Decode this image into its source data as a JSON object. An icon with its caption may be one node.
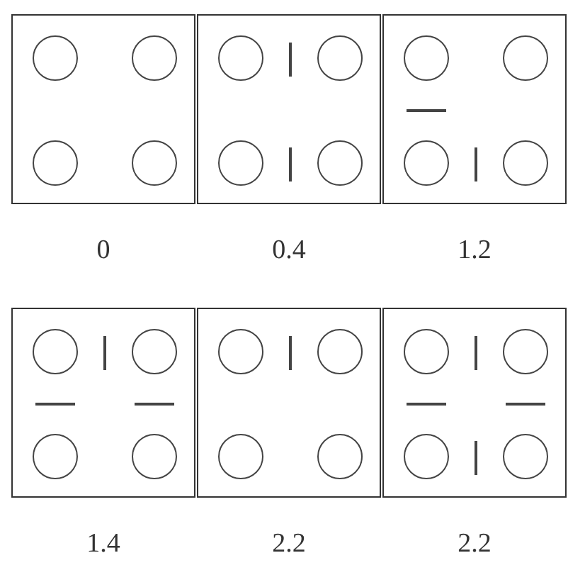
{
  "diagram": {
    "nodes": [
      {
        "text": [],
        "shape": "box",
        "beside": [
          "0"
        ]
      },
      {
        "text": [],
        "shape": "circle",
        "in": 0
      },
      {
        "text": [],
        "shape": "circle",
        "in": 0
      },
      {
        "text": [],
        "shape": "circle",
        "in": 0
      },
      {
        "text": [],
        "shape": "circle",
        "in": 0
      },
      {
        "text": [],
        "shape": "box",
        "beside": [
          "0.4"
        ]
      },
      {
        "text": [],
        "shape": "circle",
        "in": 5
      },
      {
        "text": [],
        "shape": "bar",
        "in": 5
      },
      {
        "text": [],
        "shape": "circle",
        "in": 5
      },
      {
        "text": [],
        "shape": "circle",
        "in": 5
      },
      {
        "text": [],
        "shape": "bar",
        "in": 5
      },
      {
        "text": [],
        "shape": "circle",
        "in": 5
      },
      {
        "text": [],
        "shape": "box",
        "beside": [
          "1.2"
        ]
      },
      {
        "text": [],
        "shape": "circle",
        "in": 12
      },
      {
        "text": [],
        "shape": "circle",
        "in": 12
      },
      {
        "text": [],
        "shape": "bar",
        "in": 12
      },
      {
        "text": [],
        "shape": "circle",
        "in": 12
      },
      {
        "text": [],
        "shape": "bar",
        "in": 12
      },
      {
        "text": [],
        "shape": "circle",
        "in": 12
      },
      {
        "text": [],
        "shape": "box",
        "beside": [
          "1.4"
        ]
      },
      {
        "text": [],
        "shape": "circle",
        "in": 19
      },
      {
        "text": [],
        "shape": "bar",
        "in": 19
      },
      {
        "text": [],
        "shape": "circle",
        "in": 19
      },
      {
        "text": [],
        "shape": "bar",
        "in": 19
      },
      {
        "text": [],
        "shape": "bar",
        "in": 19
      },
      {
        "text": [],
        "shape": "circle",
        "in": 19
      },
      {
        "text": [],
        "shape": "circle",
        "in": 19
      },
      {
        "text": [],
        "shape": "box",
        "beside": [
          "2.2"
        ]
      },
      {
        "text": [],
        "shape": "circle",
        "in": 27
      },
      {
        "text": [],
        "shape": "bar",
        "in": 27
      },
      {
        "text": [],
        "shape": "circle",
        "in": 27
      },
      {
        "text": [],
        "shape": "circle",
        "in": 27
      },
      {
        "text": [],
        "shape": "circle",
        "in": 27
      },
      {
        "text": [],
        "shape": "box",
        "beside": [
          "2.2"
        ]
      },
      {
        "text": [],
        "shape": "circle",
        "in": 33
      },
      {
        "text": [],
        "shape": "bar",
        "in": 33
      },
      {
        "text": [],
        "shape": "circle",
        "in": 33
      },
      {
        "text": [],
        "shape": "bar",
        "in": 33
      },
      {
        "text": [],
        "shape": "bar",
        "in": 33
      },
      {
        "text": [],
        "shape": "circle",
        "in": 33
      },
      {
        "text": [],
        "shape": "bar",
        "in": 33
      },
      {
        "text": [],
        "shape": "circle",
        "in": 33
      }
    ]
  }
}
